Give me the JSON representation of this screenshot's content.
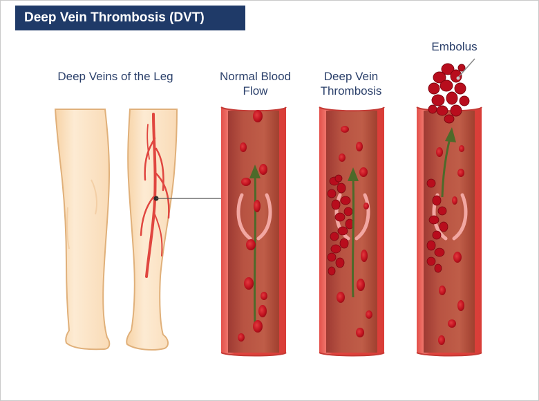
{
  "title": "Deep Vein Thrombosis (DVT)",
  "labels": {
    "legs": "Deep Veins of the Leg",
    "normal_line1": "Normal Blood",
    "normal_line2": "Flow",
    "dvt_line1": "Deep Vein",
    "dvt_line2": "Thrombosis",
    "embolus": "Embolus"
  },
  "colors": {
    "title_bg": "#1f3a68",
    "label_text": "#2a3f6a",
    "vessel_wall": "#d9423f",
    "vessel_inner": "#a8453c",
    "vessel_lumen": "#b9533e",
    "blood_cell": "#c0121f",
    "clot": "#b80d1d",
    "valve": "#f2a7a2",
    "flow_arrow": "#4d6a2a",
    "skin": "#fbe3c4",
    "skin_outline": "#e0b07a",
    "vein": "#e0463f"
  }
}
